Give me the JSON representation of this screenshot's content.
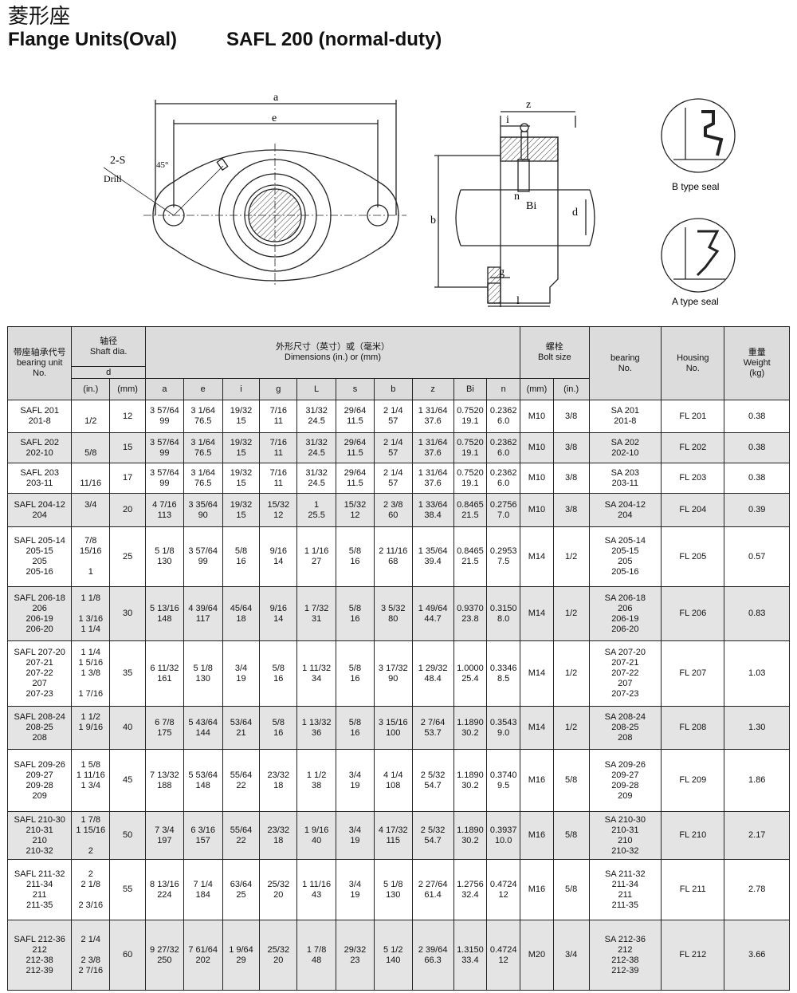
{
  "header": {
    "title_cn": "菱形座",
    "title_en": "Flange Units(Oval)",
    "series": "SAFL 200 (normal-duty)"
  },
  "drawing": {
    "label_a": "a",
    "label_e": "e",
    "label_z": "z",
    "label_i": "i",
    "label_b": "b",
    "label_n": "n",
    "label_bi": "Bi",
    "label_d": "d",
    "label_g": "g",
    "label_l": "l",
    "label_s": "2-S",
    "label_drill": "Drill",
    "label_angle": "45°",
    "b_seal": "B type seal",
    "a_seal": "A type seal"
  },
  "table": {
    "col_unit_cn": "带座轴承代号",
    "col_unit_en": "bearing unit",
    "col_unit_no": "No.",
    "col_shaft_cn": "轴径",
    "col_shaft_en": "Shaft dia.",
    "col_d": "d",
    "col_in": "(in.)",
    "col_mm": "(mm)",
    "col_dim_cn": "外形尺寸（英寸）或（毫米）",
    "col_dim_en": "Dimensions (in.) or (mm)",
    "dim_letters": [
      "a",
      "e",
      "i",
      "g",
      "L",
      "s",
      "b",
      "z",
      "Bi",
      "n"
    ],
    "col_bolt_cn": "螺栓",
    "col_bolt_en": "Bolt size",
    "col_bolt_mm": "(mm)",
    "col_bolt_in": "(in.)",
    "col_bearing": "bearing",
    "col_bearing_no": "No.",
    "col_housing": "Housing",
    "col_housing_no": "No.",
    "col_weight_cn": "重量",
    "col_weight_en": "Weight",
    "col_weight_unit": "(kg)",
    "rows": [
      {
        "unit": [
          "SAFL 201",
          "201-8"
        ],
        "inch": [
          "",
          "1/2"
        ],
        "mm": "12",
        "a": [
          "3 57/64",
          "99"
        ],
        "e": [
          "3 1/64",
          "76.5"
        ],
        "i": [
          "19/32",
          "15"
        ],
        "g": [
          "7/16",
          "11"
        ],
        "L": [
          "31/32",
          "24.5"
        ],
        "s": [
          "29/64",
          "11.5"
        ],
        "b": [
          "2 1/4",
          "57"
        ],
        "z": [
          "1 31/64",
          "37.6"
        ],
        "bi": [
          "0.7520",
          "19.1"
        ],
        "n": [
          "0.2362",
          "6.0"
        ],
        "bolt_mm": "M10",
        "bolt_in": "3/8",
        "bearing": [
          "SA 201",
          "201-8"
        ],
        "housing": "FL 201",
        "weight": "0.38"
      },
      {
        "unit": [
          "SAFL 202",
          "202-10"
        ],
        "inch": [
          "",
          "5/8"
        ],
        "mm": "15",
        "a": [
          "3 57/64",
          "99"
        ],
        "e": [
          "3 1/64",
          "76.5"
        ],
        "i": [
          "19/32",
          "15"
        ],
        "g": [
          "7/16",
          "11"
        ],
        "L": [
          "31/32",
          "24.5"
        ],
        "s": [
          "29/64",
          "11.5"
        ],
        "b": [
          "2 1/4",
          "57"
        ],
        "z": [
          "1 31/64",
          "37.6"
        ],
        "bi": [
          "0.7520",
          "19.1"
        ],
        "n": [
          "0.2362",
          "6.0"
        ],
        "bolt_mm": "M10",
        "bolt_in": "3/8",
        "bearing": [
          "SA 202",
          "202-10"
        ],
        "housing": "FL 202",
        "weight": "0.38"
      },
      {
        "unit": [
          "SAFL 203",
          "203-11"
        ],
        "inch": [
          "",
          "11/16"
        ],
        "mm": "17",
        "a": [
          "3 57/64",
          "99"
        ],
        "e": [
          "3 1/64",
          "76.5"
        ],
        "i": [
          "19/32",
          "15"
        ],
        "g": [
          "7/16",
          "11"
        ],
        "L": [
          "31/32",
          "24.5"
        ],
        "s": [
          "29/64",
          "11.5"
        ],
        "b": [
          "2 1/4",
          "57"
        ],
        "z": [
          "1 31/64",
          "37.6"
        ],
        "bi": [
          "0.7520",
          "19.1"
        ],
        "n": [
          "0.2362",
          "6.0"
        ],
        "bolt_mm": "M10",
        "bolt_in": "3/8",
        "bearing": [
          "SA 203",
          "203-11"
        ],
        "housing": "FL 203",
        "weight": "0.38"
      },
      {
        "unit": [
          "SAFL 204-12",
          "204"
        ],
        "inch": [
          "3/4",
          ""
        ],
        "mm": "20",
        "a": [
          "4 7/16",
          "113"
        ],
        "e": [
          "3 35/64",
          "90"
        ],
        "i": [
          "19/32",
          "15"
        ],
        "g": [
          "15/32",
          "12"
        ],
        "L": [
          "1",
          "25.5"
        ],
        "s": [
          "15/32",
          "12"
        ],
        "b": [
          "2 3/8",
          "60"
        ],
        "z": [
          "1 33/64",
          "38.4"
        ],
        "bi": [
          "0.8465",
          "21.5"
        ],
        "n": [
          "0.2756",
          "7.0"
        ],
        "bolt_mm": "M10",
        "bolt_in": "3/8",
        "bearing": [
          "SA 204-12",
          "204"
        ],
        "housing": "FL 204",
        "weight": "0.39"
      },
      {
        "unit": [
          "SAFL 205-14",
          "205-15",
          "205",
          "205-16"
        ],
        "inch": [
          "7/8",
          "15/16",
          "",
          "1"
        ],
        "mm": "25",
        "a": [
          "5 1/8",
          "130"
        ],
        "e": [
          "3 57/64",
          "99"
        ],
        "i": [
          "5/8",
          "16"
        ],
        "g": [
          "9/16",
          "14"
        ],
        "L": [
          "1 1/16",
          "27"
        ],
        "s": [
          "5/8",
          "16"
        ],
        "b": [
          "2 11/16",
          "68"
        ],
        "z": [
          "1 35/64",
          "39.4"
        ],
        "bi": [
          "0.8465",
          "21.5"
        ],
        "n": [
          "0.2953",
          "7.5"
        ],
        "bolt_mm": "M14",
        "bolt_in": "1/2",
        "bearing": [
          "SA 205-14",
          "205-15",
          "205",
          "205-16"
        ],
        "housing": "FL 205",
        "weight": "0.57"
      },
      {
        "unit": [
          "SAFL 206-18",
          "206",
          "206-19",
          "206-20"
        ],
        "inch": [
          "1 1/8",
          "",
          "1 3/16",
          "1 1/4"
        ],
        "mm": "30",
        "a": [
          "5 13/16",
          "148"
        ],
        "e": [
          "4 39/64",
          "117"
        ],
        "i": [
          "45/64",
          "18"
        ],
        "g": [
          "9/16",
          "14"
        ],
        "L": [
          "1 7/32",
          "31"
        ],
        "s": [
          "5/8",
          "16"
        ],
        "b": [
          "3 5/32",
          "80"
        ],
        "z": [
          "1 49/64",
          "44.7"
        ],
        "bi": [
          "0.9370",
          "23.8"
        ],
        "n": [
          "0.3150",
          "8.0"
        ],
        "bolt_mm": "M14",
        "bolt_in": "1/2",
        "bearing": [
          "SA 206-18",
          "206",
          "206-19",
          "206-20"
        ],
        "housing": "FL 206",
        "weight": "0.83"
      },
      {
        "unit": [
          "SAFL 207-20",
          "207-21",
          "207-22",
          "207",
          "207-23"
        ],
        "inch": [
          "1 1/4",
          "1 5/16",
          "1 3/8",
          "",
          "1 7/16"
        ],
        "mm": "35",
        "a": [
          "6 11/32",
          "161"
        ],
        "e": [
          "5 1/8",
          "130"
        ],
        "i": [
          "3/4",
          "19"
        ],
        "g": [
          "5/8",
          "16"
        ],
        "L": [
          "1 11/32",
          "34"
        ],
        "s": [
          "5/8",
          "16"
        ],
        "b": [
          "3 17/32",
          "90"
        ],
        "z": [
          "1 29/32",
          "48.4"
        ],
        "bi": [
          "1.0000",
          "25.4"
        ],
        "n": [
          "0.3346",
          "8.5"
        ],
        "bolt_mm": "M14",
        "bolt_in": "1/2",
        "bearing": [
          "SA 207-20",
          "207-21",
          "207-22",
          "207",
          "207-23"
        ],
        "housing": "FL 207",
        "weight": "1.03"
      },
      {
        "unit": [
          "SAFL 208-24",
          "208-25",
          "208"
        ],
        "inch": [
          "1 1/2",
          "1 9/16",
          ""
        ],
        "mm": "40",
        "a": [
          "6 7/8",
          "175"
        ],
        "e": [
          "5 43/64",
          "144"
        ],
        "i": [
          "53/64",
          "21"
        ],
        "g": [
          "5/8",
          "16"
        ],
        "L": [
          "1 13/32",
          "36"
        ],
        "s": [
          "5/8",
          "16"
        ],
        "b": [
          "3 15/16",
          "100"
        ],
        "z": [
          "2 7/64",
          "53.7"
        ],
        "bi": [
          "1.1890",
          "30.2"
        ],
        "n": [
          "0.3543",
          "9.0"
        ],
        "bolt_mm": "M14",
        "bolt_in": "1/2",
        "bearing": [
          "SA 208-24",
          "208-25",
          "208"
        ],
        "housing": "FL 208",
        "weight": "1.30"
      },
      {
        "unit": [
          "SAFL 209-26",
          "209-27",
          "209-28",
          "209"
        ],
        "inch": [
          "1 5/8",
          "1 11/16",
          "1 3/4",
          ""
        ],
        "mm": "45",
        "a": [
          "7 13/32",
          "188"
        ],
        "e": [
          "5 53/64",
          "148"
        ],
        "i": [
          "55/64",
          "22"
        ],
        "g": [
          "23/32",
          "18"
        ],
        "L": [
          "1 1/2",
          "38"
        ],
        "s": [
          "3/4",
          "19"
        ],
        "b": [
          "4 1/4",
          "108"
        ],
        "z": [
          "2 5/32",
          "54.7"
        ],
        "bi": [
          "1.1890",
          "30.2"
        ],
        "n": [
          "0.3740",
          "9.5"
        ],
        "bolt_mm": "M16",
        "bolt_in": "5/8",
        "bearing": [
          "SA 209-26",
          "209-27",
          "209-28",
          "209"
        ],
        "housing": "FL 209",
        "weight": "1.86"
      },
      {
        "unit": [
          "SAFL 210-30",
          "210-31",
          "210",
          "210-32"
        ],
        "inch": [
          "1 7/8",
          "1 15/16",
          "",
          "2"
        ],
        "mm": "50",
        "a": [
          "7 3/4",
          "197"
        ],
        "e": [
          "6 3/16",
          "157"
        ],
        "i": [
          "55/64",
          "22"
        ],
        "g": [
          "23/32",
          "18"
        ],
        "L": [
          "1 9/16",
          "40"
        ],
        "s": [
          "3/4",
          "19"
        ],
        "b": [
          "4 17/32",
          "115"
        ],
        "z": [
          "2 5/32",
          "54.7"
        ],
        "bi": [
          "1.1890",
          "30.2"
        ],
        "n": [
          "0.3937",
          "10.0"
        ],
        "bolt_mm": "M16",
        "bolt_in": "5/8",
        "bearing": [
          "SA 210-30",
          "210-31",
          "210",
          "210-32"
        ],
        "housing": "FL 210",
        "weight": "2.17"
      },
      {
        "unit": [
          "SAFL 211-32",
          "211-34",
          "211",
          "211-35"
        ],
        "inch": [
          "2",
          "2 1/8",
          "",
          "2 3/16"
        ],
        "mm": "55",
        "a": [
          "8 13/16",
          "224"
        ],
        "e": [
          "7 1/4",
          "184"
        ],
        "i": [
          "63/64",
          "25"
        ],
        "g": [
          "25/32",
          "20"
        ],
        "L": [
          "1 11/16",
          "43"
        ],
        "s": [
          "3/4",
          "19"
        ],
        "b": [
          "5 1/8",
          "130"
        ],
        "z": [
          "2 27/64",
          "61.4"
        ],
        "bi": [
          "1.2756",
          "32.4"
        ],
        "n": [
          "0.4724",
          "12"
        ],
        "bolt_mm": "M16",
        "bolt_in": "5/8",
        "bearing": [
          "SA 211-32",
          "211-34",
          "211",
          "211-35"
        ],
        "housing": "FL 211",
        "weight": "2.78"
      },
      {
        "unit": [
          "SAFL 212-36",
          "212",
          "212-38",
          "212-39"
        ],
        "inch": [
          "2 1/4",
          "",
          "2 3/8",
          "2 7/16"
        ],
        "mm": "60",
        "a": [
          "9 27/32",
          "250"
        ],
        "e": [
          "7 61/64",
          "202"
        ],
        "i": [
          "1 9/64",
          "29"
        ],
        "g": [
          "25/32",
          "20"
        ],
        "L": [
          "1 7/8",
          "48"
        ],
        "s": [
          "29/32",
          "23"
        ],
        "b": [
          "5 1/2",
          "140"
        ],
        "z": [
          "2 39/64",
          "66.3"
        ],
        "bi": [
          "1.3150",
          "33.4"
        ],
        "n": [
          "0.4724",
          "12"
        ],
        "bolt_mm": "M20",
        "bolt_in": "3/4",
        "bearing": [
          "SA 212-36",
          "212",
          "212-38",
          "212-39"
        ],
        "housing": "FL 212",
        "weight": "3.66"
      }
    ]
  }
}
